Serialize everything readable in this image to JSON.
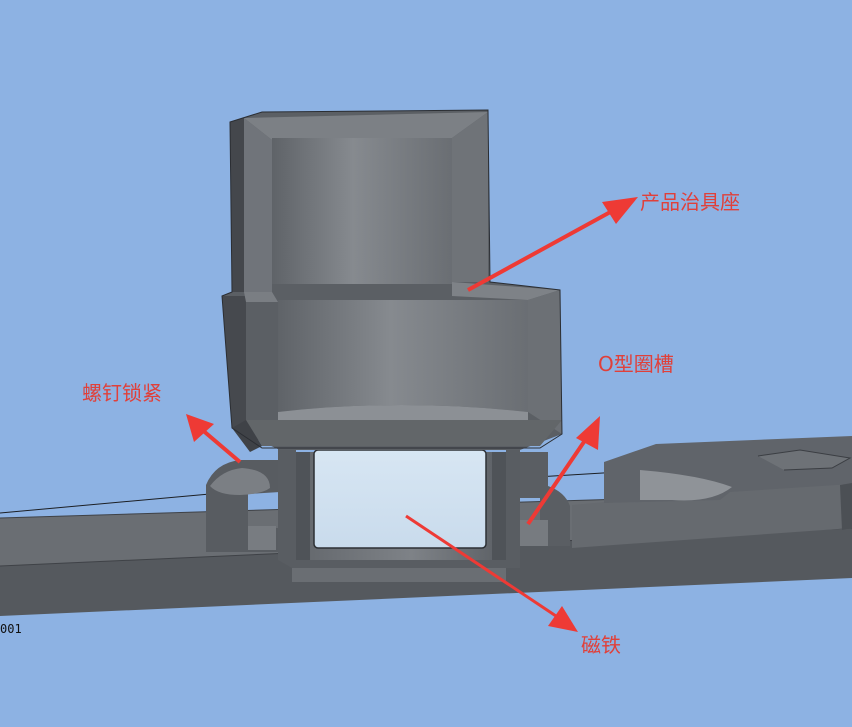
{
  "colors": {
    "background": "#8db2e3",
    "arrow": "#ee3a35",
    "label_text": "#e0403a",
    "part_dark": "#55585d",
    "part_mid": "#6e7277",
    "part_light": "#8a8e93",
    "magnet": "#d3e3f1"
  },
  "annotations": {
    "fixture_seat": "产品治具座",
    "o_ring_groove": "O型圈槽",
    "screw_lock": "螺钉锁紧",
    "magnet": "磁铁"
  },
  "corner_text": "001"
}
